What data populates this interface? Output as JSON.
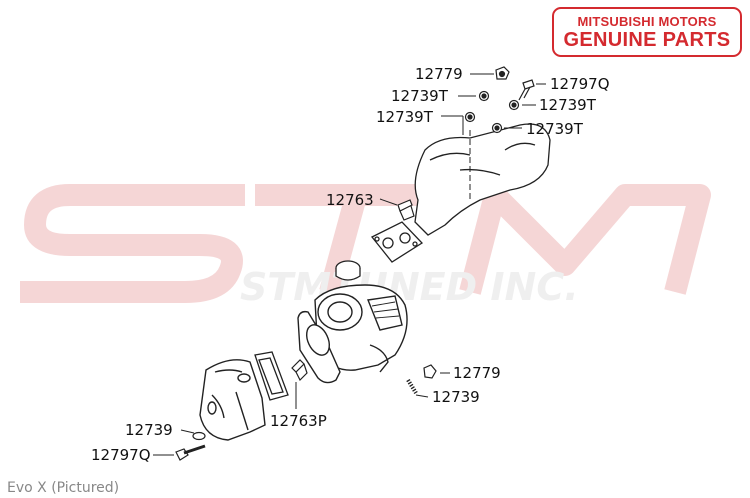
{
  "badge": {
    "line1": "MITSUBISHI MOTORS",
    "line2": "GENUINE PARTS"
  },
  "watermark": {
    "text": "STM",
    "subtext": "STMTUNED INC."
  },
  "caption": "Evo X  (Pictured)",
  "callouts": {
    "nut_top": "12779",
    "bolt_top": "12797Q",
    "washer_left_1": "12739T",
    "washer_right_1": "12739T",
    "washer_left_2": "12739T",
    "washer_right_2": "12739T",
    "stud_upper": "12763",
    "nut_lower": "12779",
    "washer_lower": "12739",
    "stud_lower": "12763P",
    "washer_bottom": "12739",
    "bolt_bottom": "12797Q"
  },
  "colors": {
    "badge_red": "#d42a2f",
    "watermark": "#f6dcdc",
    "line": "#222222"
  }
}
